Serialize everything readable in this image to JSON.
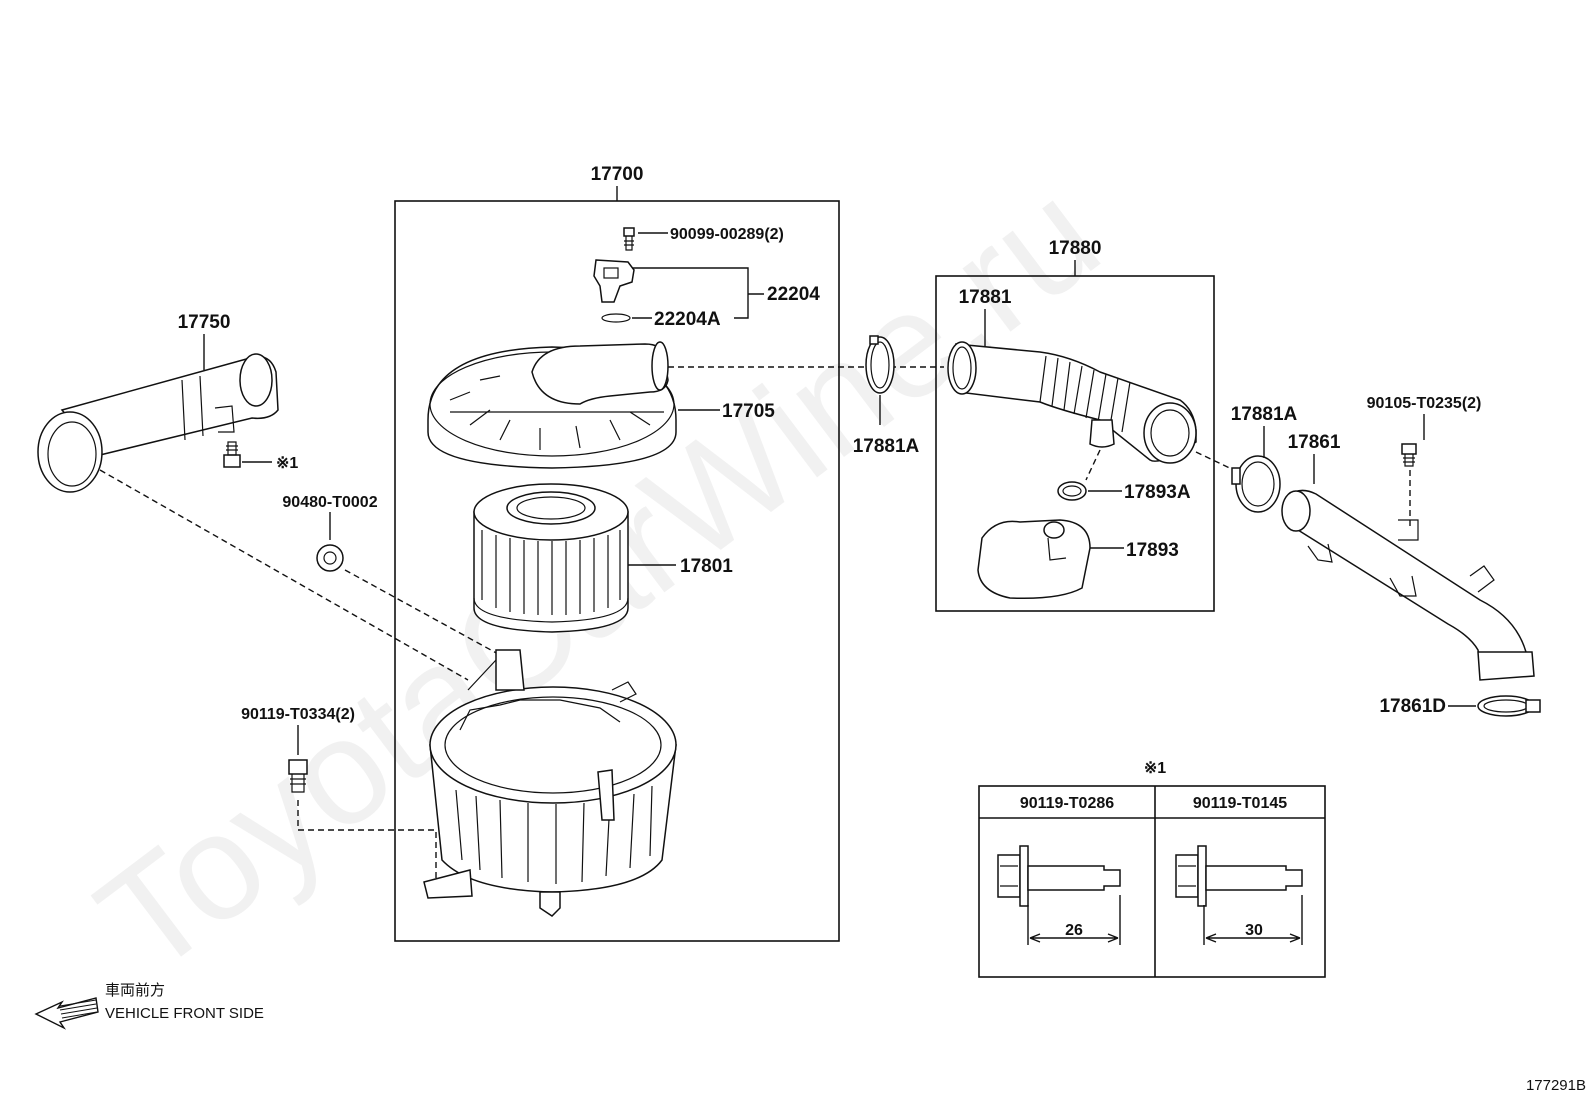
{
  "watermark": "ToyotaCarWine.ru",
  "diagram_id": "177291B",
  "direction": {
    "jp": "車両前方",
    "en": "VEHICLE FRONT SIDE"
  },
  "groups": {
    "air_cleaner": "17700",
    "hose_assy": "17880"
  },
  "labels": {
    "p17750": "17750",
    "p_mark1": "※1",
    "p90480": "90480-T0002",
    "p90119_t0334": "90119-T0334(2)",
    "p90099": "90099-00289(2)",
    "p22204": "22204",
    "p22204a": "22204A",
    "p17705": "17705",
    "p17801": "17801",
    "p17881a_left": "17881A",
    "p17881": "17881",
    "p17893a": "17893A",
    "p17893": "17893",
    "p17881a_right": "17881A",
    "p17861": "17861",
    "p90105": "90105-T0235(2)",
    "p17861d": "17861D"
  },
  "bolt_table": {
    "mark": "※1",
    "columns": [
      {
        "part": "90119-T0286",
        "length": "26"
      },
      {
        "part": "90119-T0145",
        "length": "30"
      }
    ]
  }
}
